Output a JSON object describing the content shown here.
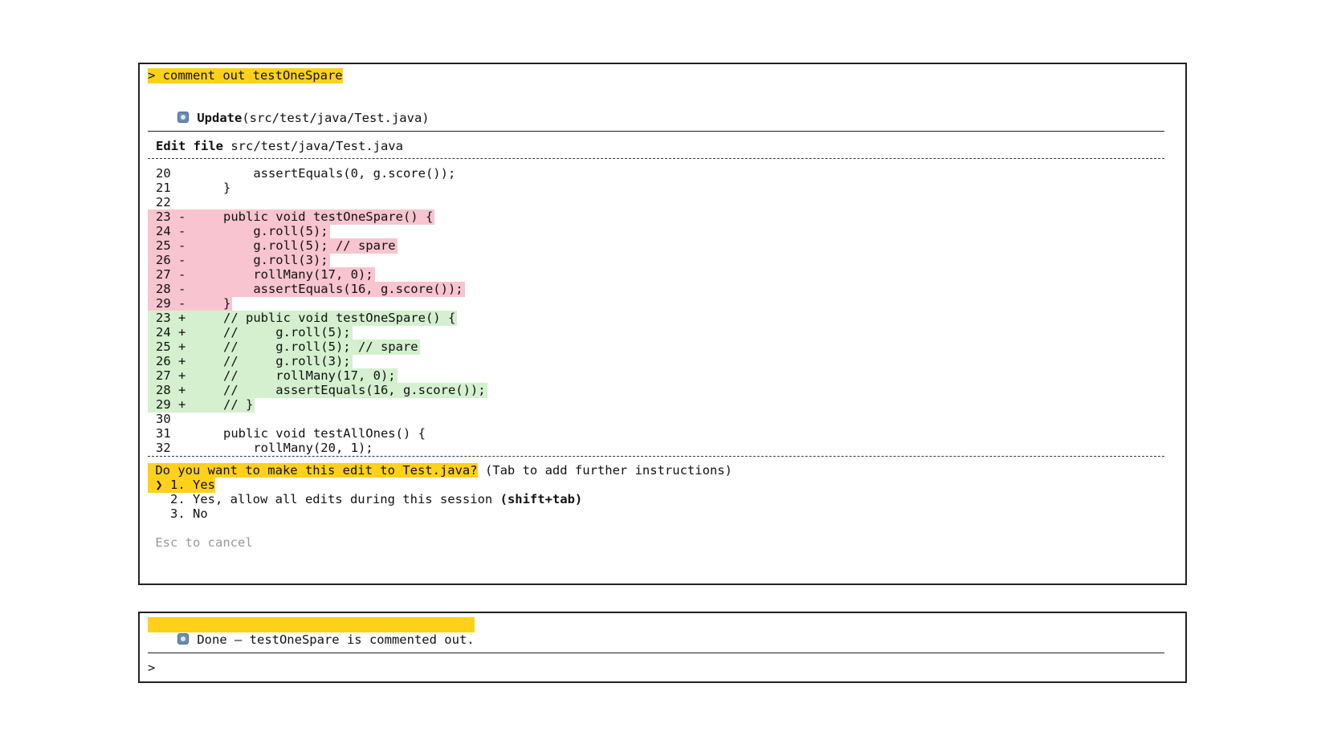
{
  "prompt": "> comment out testOneSpare",
  "tool_call": {
    "name": "Update",
    "args": "(src/test/java/Test.java)"
  },
  "edit_header": {
    "label": "Edit file",
    "path": "src/test/java/Test.java"
  },
  "diff": [
    {
      "num": "20",
      "sign": " ",
      "code": "        assertEquals(0, g.score());",
      "kind": "context"
    },
    {
      "num": "21",
      "sign": " ",
      "code": "    }",
      "kind": "context"
    },
    {
      "num": "22",
      "sign": " ",
      "code": "",
      "kind": "context"
    },
    {
      "num": "23",
      "sign": "-",
      "code": "    public void testOneSpare() {",
      "kind": "removed"
    },
    {
      "num": "24",
      "sign": "-",
      "code": "        g.roll(5);",
      "kind": "removed"
    },
    {
      "num": "25",
      "sign": "-",
      "code": "        g.roll(5); // spare",
      "kind": "removed"
    },
    {
      "num": "26",
      "sign": "-",
      "code": "        g.roll(3);",
      "kind": "removed"
    },
    {
      "num": "27",
      "sign": "-",
      "code": "        rollMany(17, 0);",
      "kind": "removed"
    },
    {
      "num": "28",
      "sign": "-",
      "code": "        assertEquals(16, g.score());",
      "kind": "removed"
    },
    {
      "num": "29",
      "sign": "-",
      "code": "    }",
      "kind": "removed"
    },
    {
      "num": "23",
      "sign": "+",
      "code": "    // public void testOneSpare() {",
      "kind": "added"
    },
    {
      "num": "24",
      "sign": "+",
      "code": "    //     g.roll(5);",
      "kind": "added"
    },
    {
      "num": "25",
      "sign": "+",
      "code": "    //     g.roll(5); // spare",
      "kind": "added"
    },
    {
      "num": "26",
      "sign": "+",
      "code": "    //     g.roll(3);",
      "kind": "added"
    },
    {
      "num": "27",
      "sign": "+",
      "code": "    //     rollMany(17, 0);",
      "kind": "added"
    },
    {
      "num": "28",
      "sign": "+",
      "code": "    //     assertEquals(16, g.score());",
      "kind": "added"
    },
    {
      "num": "29",
      "sign": "+",
      "code": "    // }",
      "kind": "added"
    },
    {
      "num": "30",
      "sign": " ",
      "code": "",
      "kind": "context"
    },
    {
      "num": "31",
      "sign": " ",
      "code": "    public void testAllOnes() {",
      "kind": "context"
    },
    {
      "num": "32",
      "sign": " ",
      "code": "        rollMany(20, 1);",
      "kind": "context"
    }
  ],
  "question": " Do you want to make this edit to Test.java?",
  "question_hint": " (Tab to add further instructions)",
  "options": [
    {
      "label": " ❯ 1. Yes",
      "shortcut": ""
    },
    {
      "label": "   2. Yes, allow all edits during this session ",
      "shortcut": "(shift+tab)"
    },
    {
      "label": "   3. No",
      "shortcut": ""
    }
  ],
  "cancel_hint": " Esc to cancel",
  "done_message": "Done — testOneSpare is commented out.",
  "input_prompt": ">",
  "icon": "status-square-icon",
  "colors": {
    "highlight": "#ffd11a",
    "removed_bg": "#f7c4cf",
    "added_bg": "#d4f0cf"
  }
}
